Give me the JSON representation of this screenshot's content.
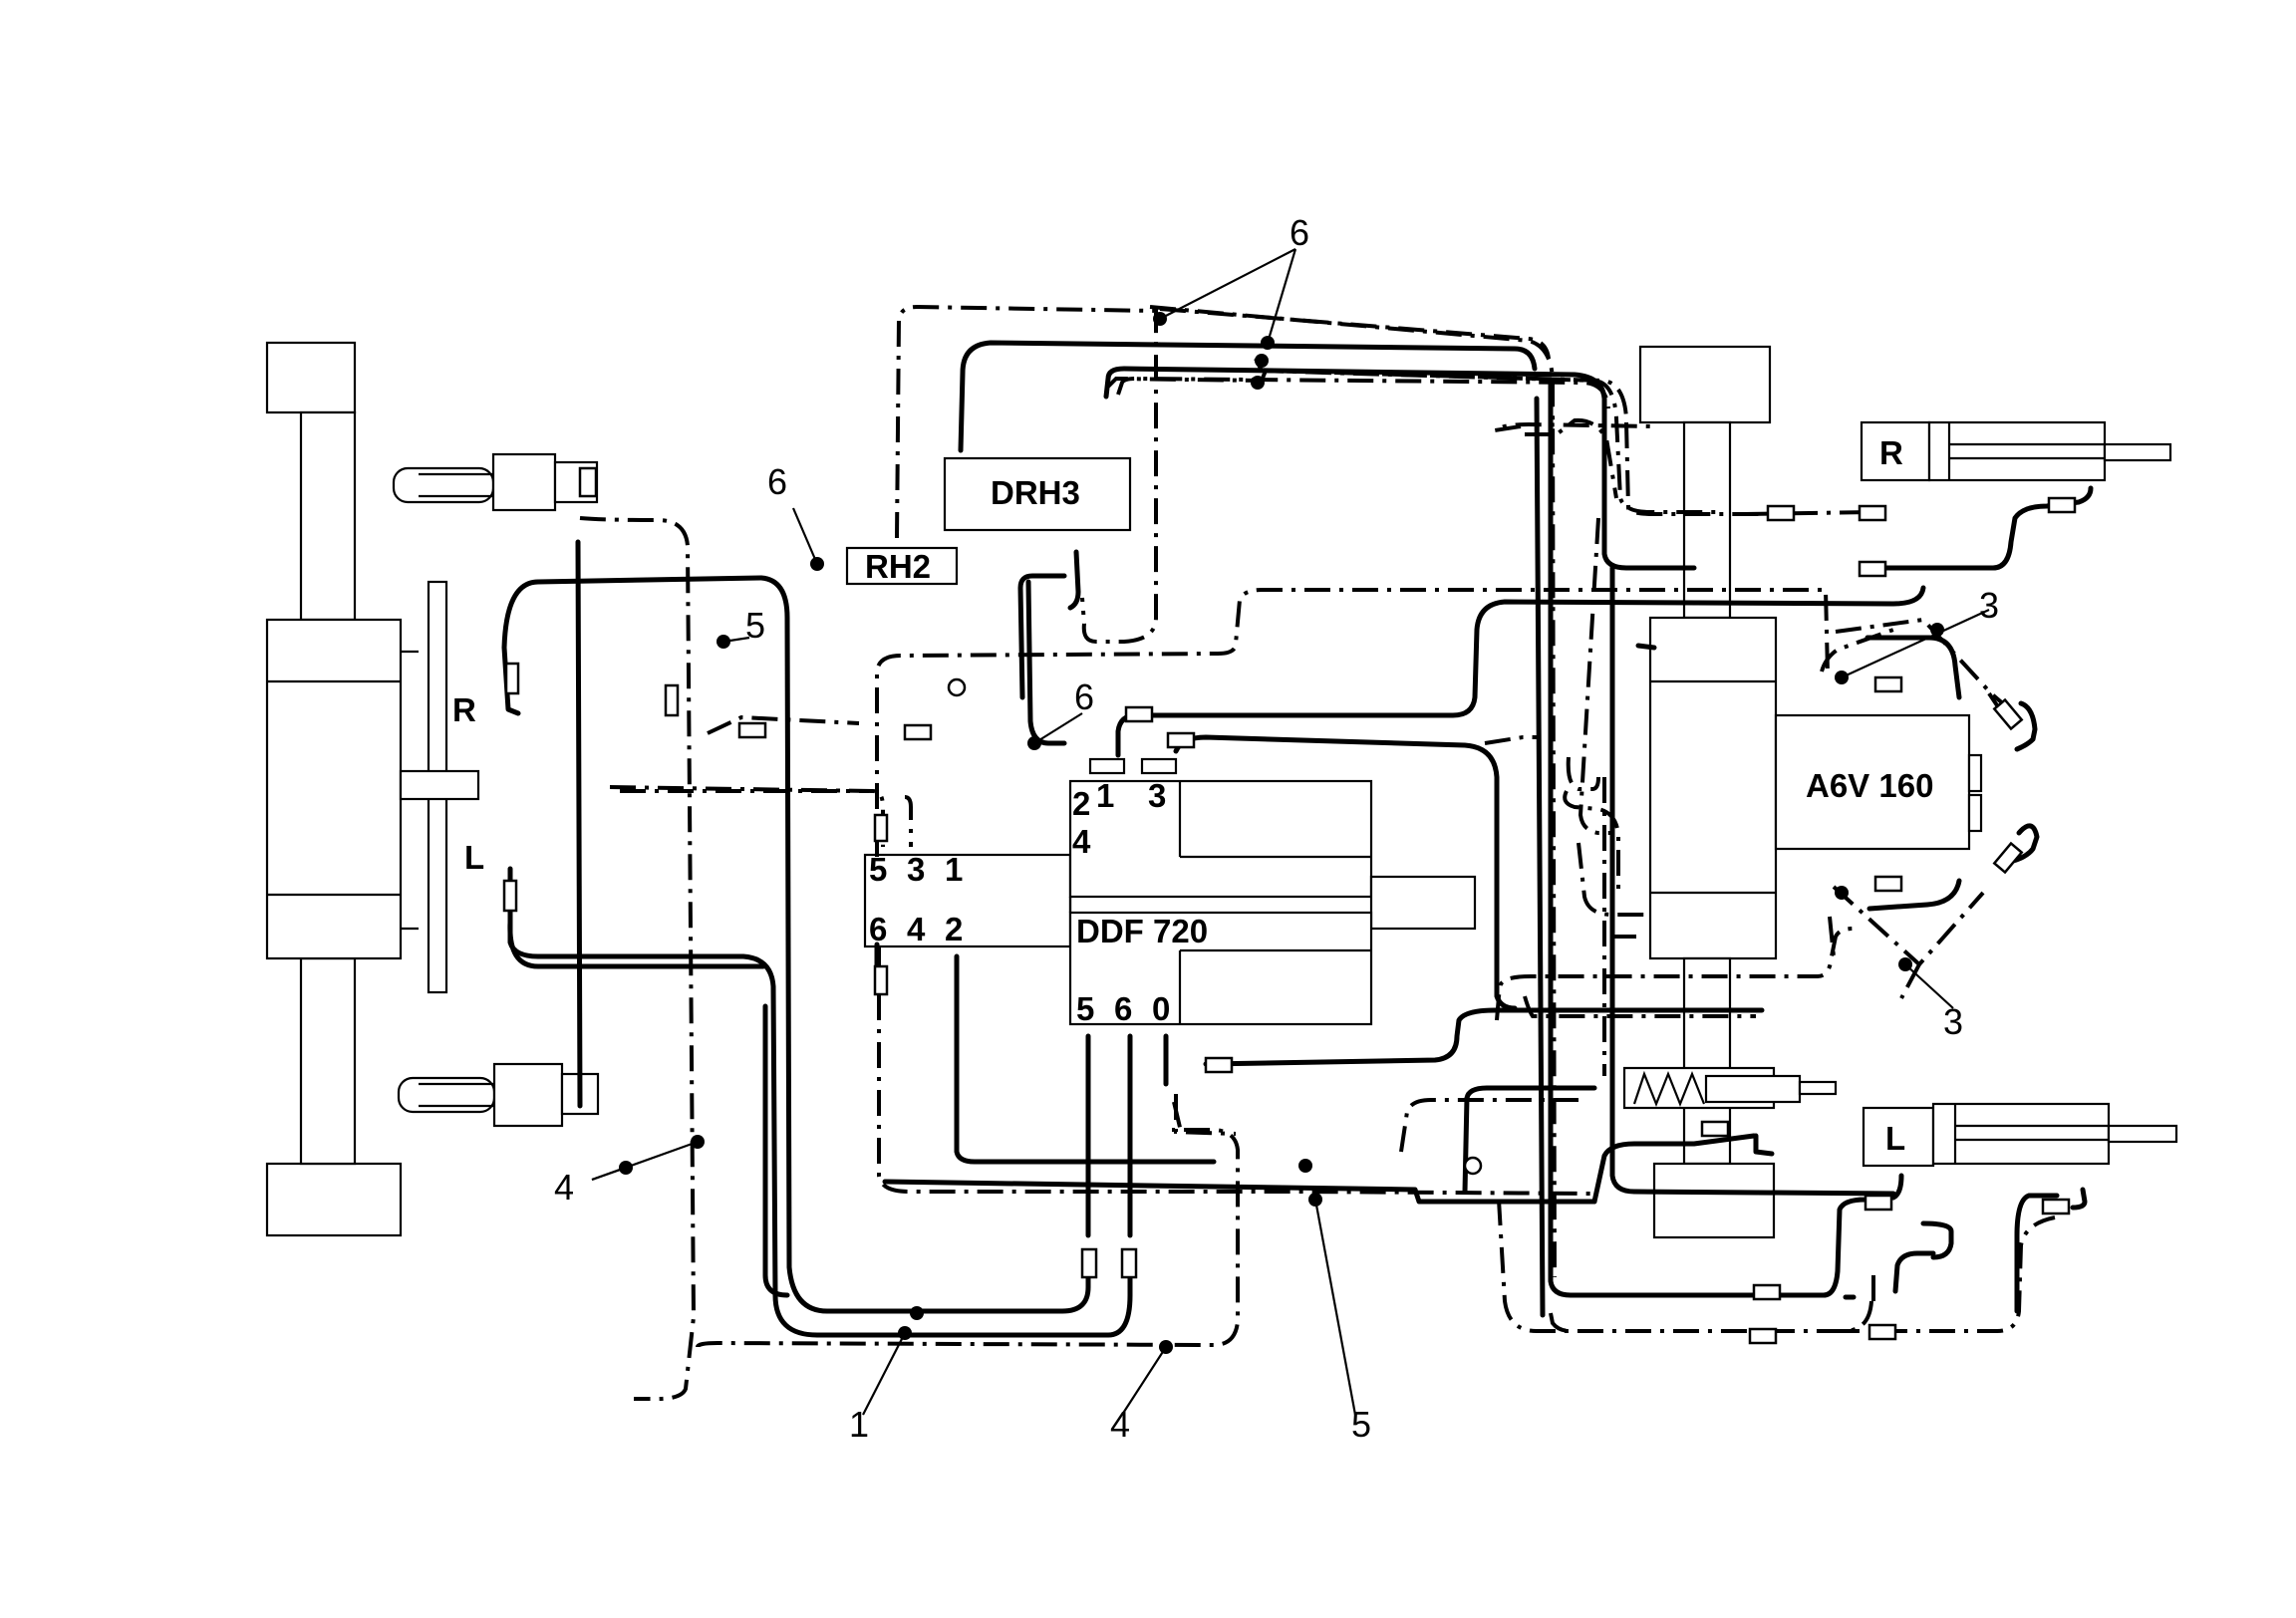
{
  "components": {
    "drh3": "DRH3",
    "rh2": "RH2",
    "ddf720": "DDF 720",
    "a6v160": "A6V 160",
    "cyl_right": "R",
    "cyl_left": "L",
    "steer_r": "R",
    "steer_l": "L"
  },
  "ports": {
    "ddf_top_left": [
      "5",
      "3",
      "1"
    ],
    "ddf_bottom_left": [
      "6",
      "4",
      "2"
    ],
    "ddf_bottom": [
      "5",
      "6",
      "0"
    ],
    "ddf_side": [
      "2",
      "4"
    ],
    "ddf_upper": [
      "1",
      "3"
    ]
  },
  "callouts": {
    "c1": "1",
    "c3a": "3",
    "c3b": "3",
    "c4a": "4",
    "c4b": "4",
    "c5a": "5",
    "c5b": "5",
    "c6a": "6",
    "c6b": "6",
    "c6c": "6"
  }
}
